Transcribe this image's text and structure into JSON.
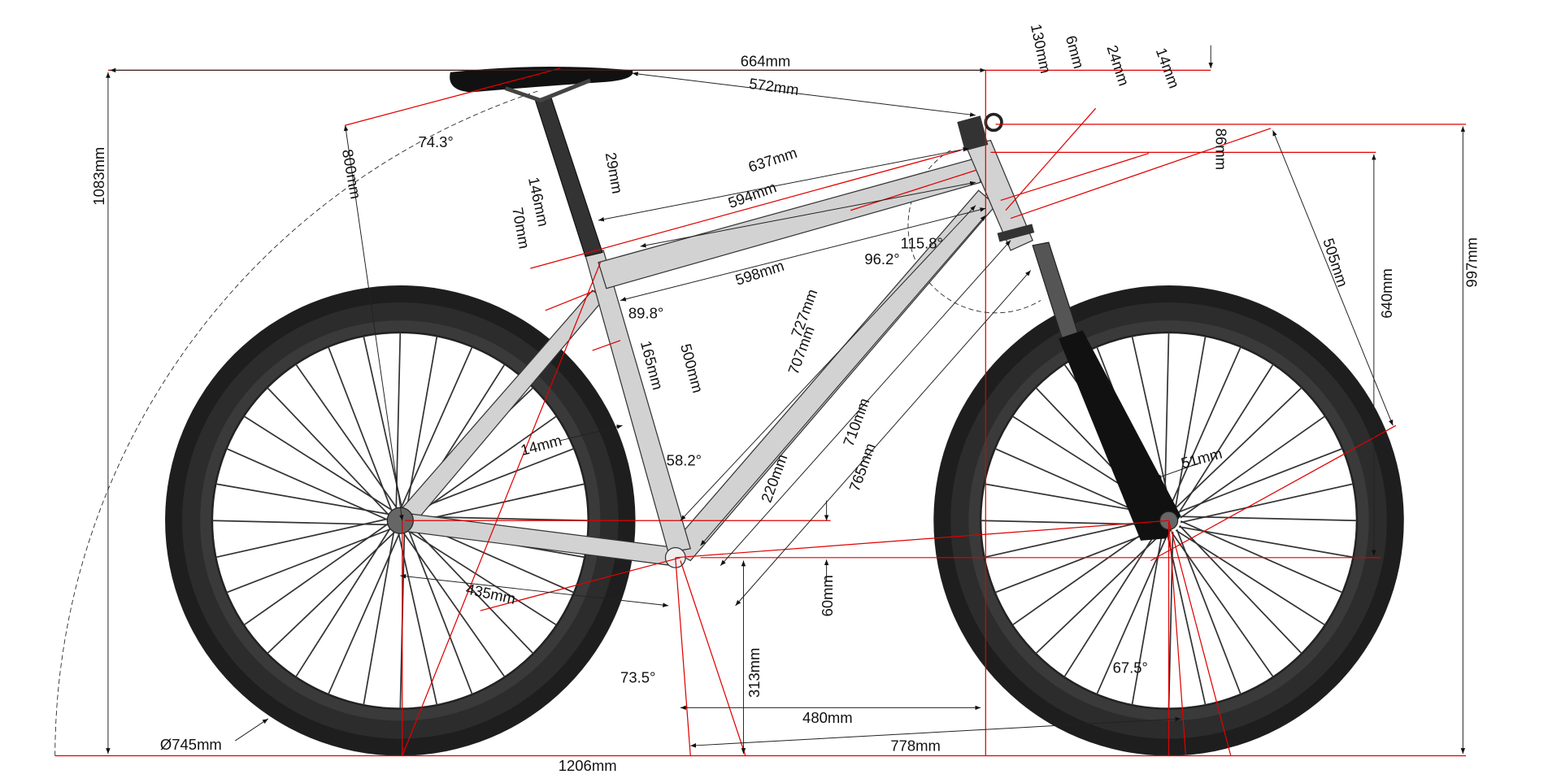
{
  "title": "Bicycle frame geometry",
  "colors": {
    "dimension": "#e00000",
    "frame": "#d2d2d2",
    "tire": "#1e1e1e",
    "annotation": "#222222"
  },
  "wheels": {
    "diameter_label": "Ø745mm",
    "spokes": 32
  },
  "dimensions": {
    "d664": "664mm",
    "d572": "572mm",
    "d1083": "1083mm",
    "d800": "800mm",
    "a743": "74.3°",
    "d146": "146mm",
    "d29": "29mm",
    "d70": "70mm",
    "d637": "637mm",
    "d594": "594mm",
    "d598": "598mm",
    "a962": "96.2°",
    "a1158": "115.8°",
    "a898": "89.8°",
    "d727": "727mm",
    "d707": "707mm",
    "d165": "165mm",
    "d500": "500mm",
    "d14a": "14mm",
    "a582": "58.2°",
    "d220": "220mm",
    "d710": "710mm",
    "d765": "765mm",
    "d60": "60mm",
    "d313": "313mm",
    "a735": "73.5°",
    "d480": "480mm",
    "d435": "435mm",
    "d1206": "1206mm",
    "d778": "778mm",
    "a675": "67.5°",
    "d51": "51mm",
    "d505": "505mm",
    "d640": "640mm",
    "d997": "997mm",
    "d130": "130mm",
    "d6": "6mm",
    "d24": "24mm",
    "d14b": "14mm",
    "d86": "86mm"
  }
}
